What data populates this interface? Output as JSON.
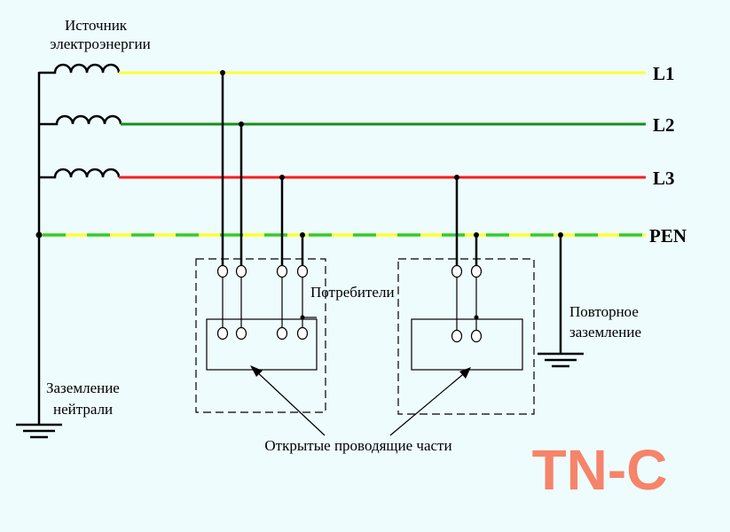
{
  "diagram": {
    "source_label_1": "Источник",
    "source_label_2": "электроэнергии",
    "line_labels": [
      "L1",
      "L2",
      "L3",
      "PEN"
    ],
    "consumers_label": "Потребители",
    "repeat_ground_1": "Повторное",
    "repeat_ground_2": "заземление",
    "neutral_ground_1": "Заземление",
    "neutral_ground_2": "нейтрали",
    "exposed_parts_label": "Открытые проводящие части",
    "system_label": "TN-C"
  },
  "colors": {
    "background": "#eefcfd",
    "L1": "#ffff33",
    "L2": "#1a8c1a",
    "L3": "#ff1a1a",
    "PEN_yellow": "#ffff33",
    "PEN_green": "#33cc33",
    "title": "#f5846a"
  }
}
